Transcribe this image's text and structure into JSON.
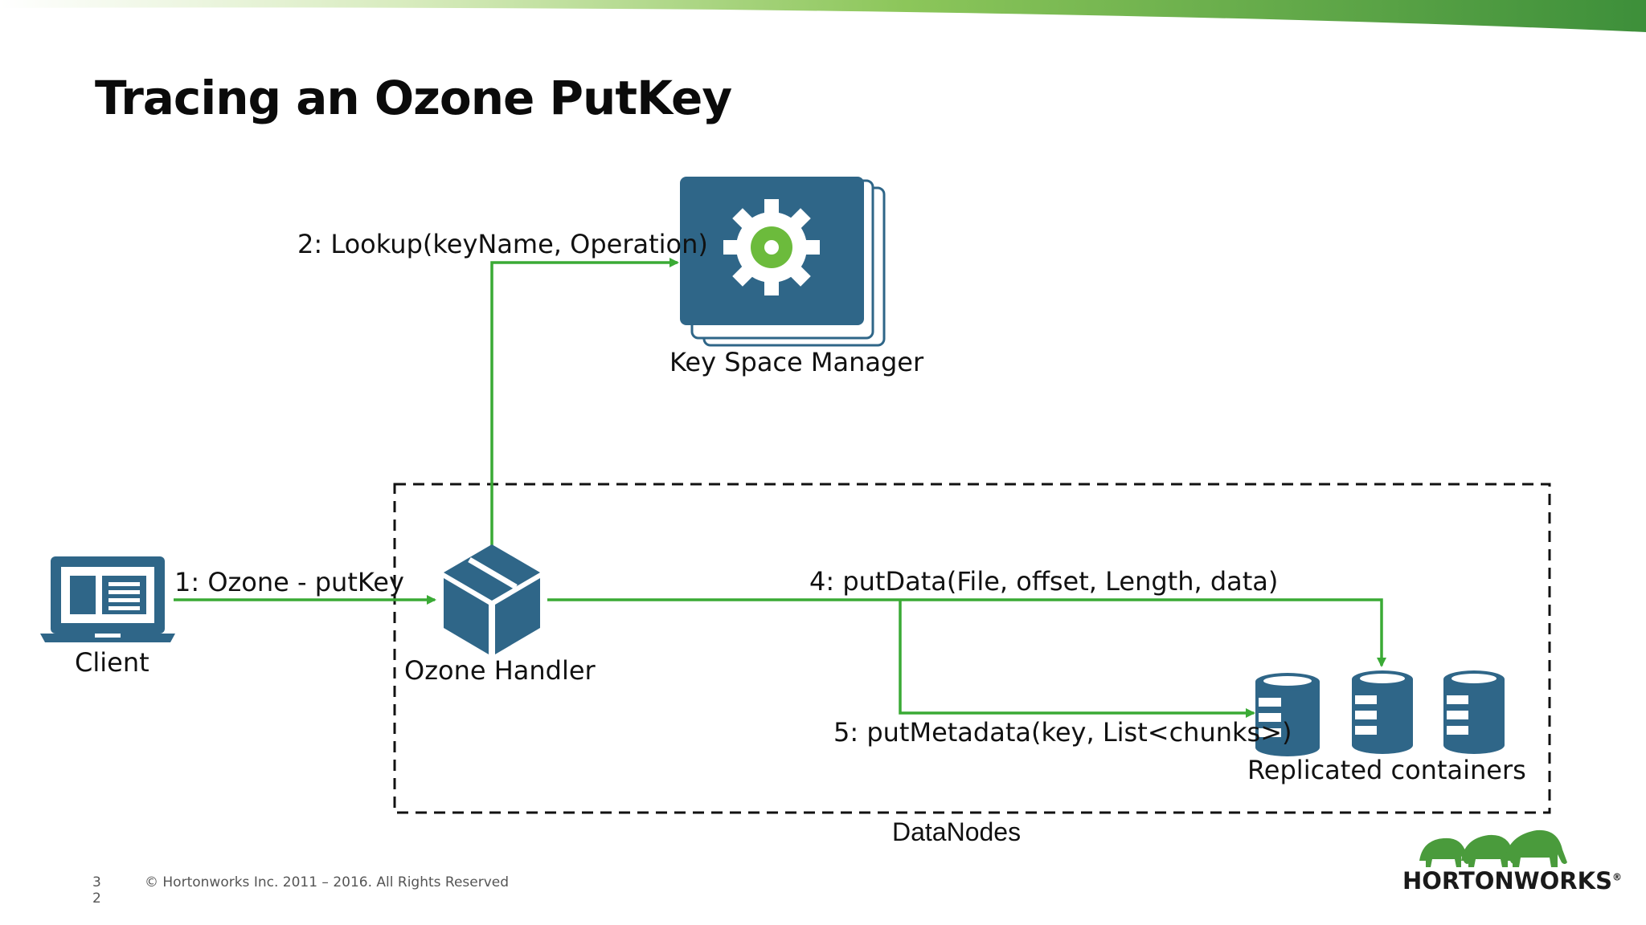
{
  "slide": {
    "title": "Tracing an Ozone PutKey",
    "page_number": {
      "line1": "3",
      "line2": "2"
    },
    "copyright": "© Hortonworks Inc. 2011 – 2016. All Rights Reserved",
    "logo_text": "HORTONWORKS",
    "logo_trademark": "®"
  },
  "nodes": {
    "client": "Client",
    "ozone_handler": "Ozone Handler",
    "key_space_manager": "Key Space Manager",
    "replicated_containers": "Replicated containers",
    "datanodes": "DataNodes"
  },
  "edges": {
    "step1": "1: Ozone - putKey",
    "step2": "2: Lookup(keyName, Operation)",
    "step4": "4: putData(File, offset, Length, data)",
    "step5": "5: putMetadata(key, List<chunks>)"
  },
  "colors": {
    "arrow_green": "#3aaa35",
    "icon_blue": "#2f6688",
    "gear_green": "#6cbb3c",
    "banner_light": "#d7ebbd",
    "banner_dark": "#3d8f3a"
  },
  "icons": [
    "laptop-icon",
    "cube-icon",
    "gear-icon",
    "database-icon",
    "elephant-icon"
  ]
}
